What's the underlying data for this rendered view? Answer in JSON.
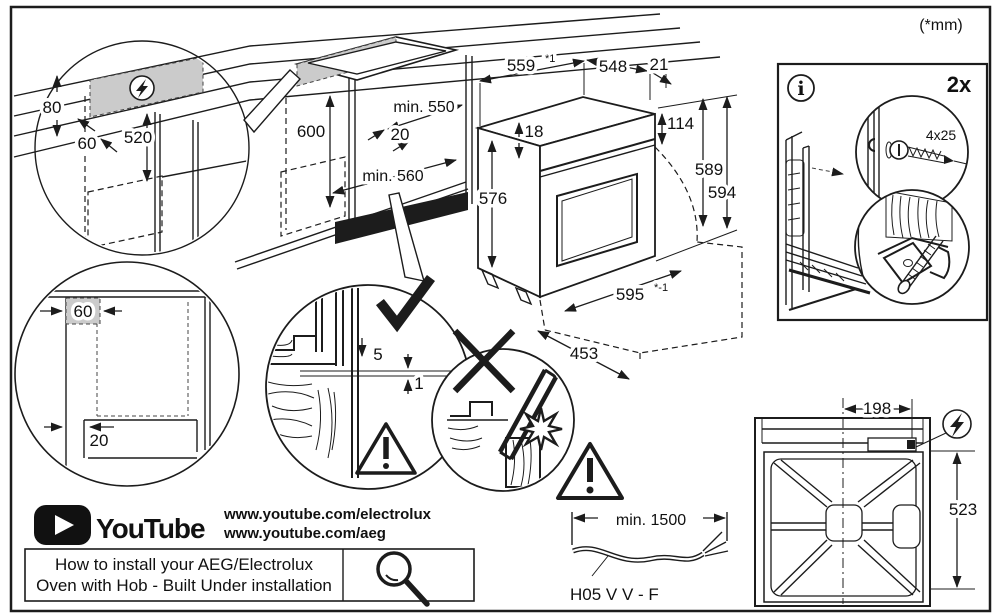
{
  "page": {
    "units_note": "(*mm)"
  },
  "top_left_detail": {
    "d80": "80",
    "d60": "60",
    "d520": "520"
  },
  "bottom_left_detail": {
    "d60": "60",
    "d20": "20"
  },
  "niche": {
    "d600": "600",
    "min550": "min. 550",
    "d20": "20",
    "min560": "min. 560"
  },
  "oven": {
    "d559": "559",
    "d559_sup": "*1",
    "d548": "548",
    "d21": "21",
    "d18": "18",
    "d114": "114",
    "d576": "576",
    "d589": "589",
    "d594": "594",
    "d595": "595",
    "d595_sup": "*-1",
    "d453": "453"
  },
  "gap_detail": {
    "d5": "5",
    "d1": "1"
  },
  "hardware_panel": {
    "quantity": "2x",
    "screw_size": "4x25"
  },
  "icons": {
    "info_glyph": "i"
  },
  "back_view": {
    "d198": "198",
    "d523": "523"
  },
  "power_cable": {
    "min_length": "min. 1500",
    "cable_type": "H05 V V - F"
  },
  "youtube": {
    "brand": "YouTube",
    "url_electrolux": "www.youtube.com/electrolux",
    "url_aeg": "www.youtube.com/aeg",
    "caption_line1": "How to install your AEG/Electrolux",
    "caption_line2": "Oven with Hob - Built Under installation"
  },
  "colors": {
    "line": "#1c1c1c",
    "shade": "#cbcbcb",
    "background": "#ffffff"
  }
}
